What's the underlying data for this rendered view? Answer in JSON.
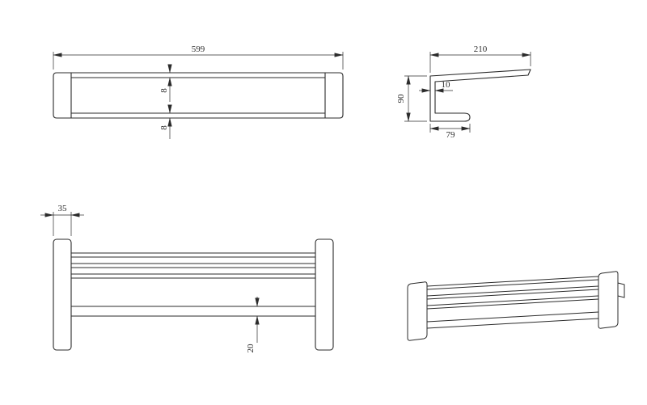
{
  "page": {
    "background": "#ffffff",
    "line_color": "#2b2b2b"
  },
  "views": {
    "front_view": {
      "dims": {
        "overall_width": "599",
        "top_rail_thickness": "8",
        "bottom_rail_thickness": "8"
      }
    },
    "side_view": {
      "dims": {
        "overall_depth": "210",
        "overall_height": "90",
        "wall_thickness": "10",
        "base_depth": "79"
      }
    },
    "plan_view": {
      "dims": {
        "bracket_width": "35",
        "front_rail_width": "20"
      }
    }
  }
}
